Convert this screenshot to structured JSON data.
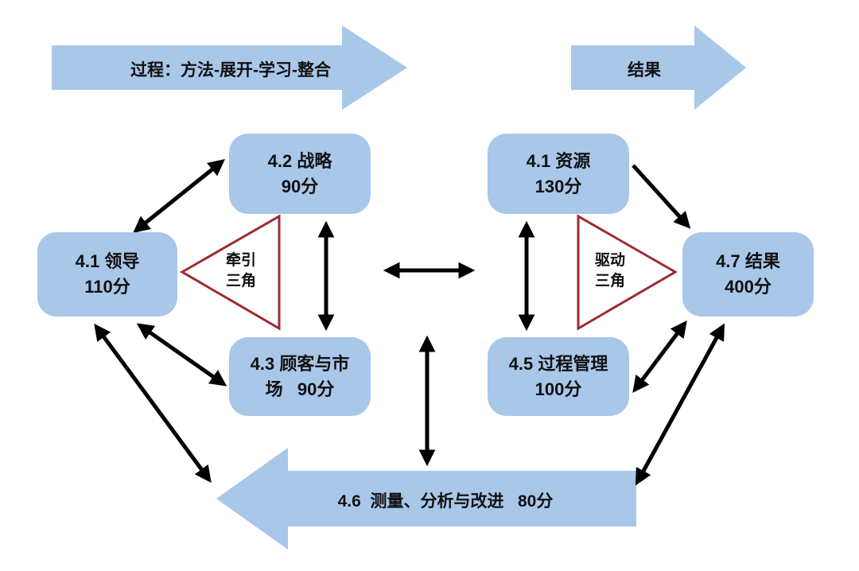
{
  "diagram": {
    "top_process_arrow_label": "过程：方法-展开-学习-整合",
    "top_result_arrow_label": "结果",
    "bottom_arrow_label": "4.6  测量、分析与改进   80分"
  },
  "boxes": {
    "strategy": {
      "line1": "4.2 战略",
      "line2": "90分"
    },
    "resources": {
      "line1": "4.1 资源",
      "line2": "130分"
    },
    "leadership": {
      "line1": "4.1 领导",
      "line2": "110分"
    },
    "results": {
      "line1": "4.7 结果",
      "line2": "400分"
    },
    "customers": {
      "line1": "4.3 顾客与市",
      "line2": "场   90分"
    },
    "process": {
      "line1": "4.5 过程管理",
      "line2": "100分"
    }
  },
  "triangles": {
    "traction": {
      "line1": "牵引",
      "line2": "三角"
    },
    "driving": {
      "line1": "驱动",
      "line2": "三角"
    }
  },
  "colors": {
    "shape_blue": "#A9C7E8",
    "triangle_red": "#9E2B31",
    "connector_black": "#000000",
    "background": "#FFFFFF"
  }
}
